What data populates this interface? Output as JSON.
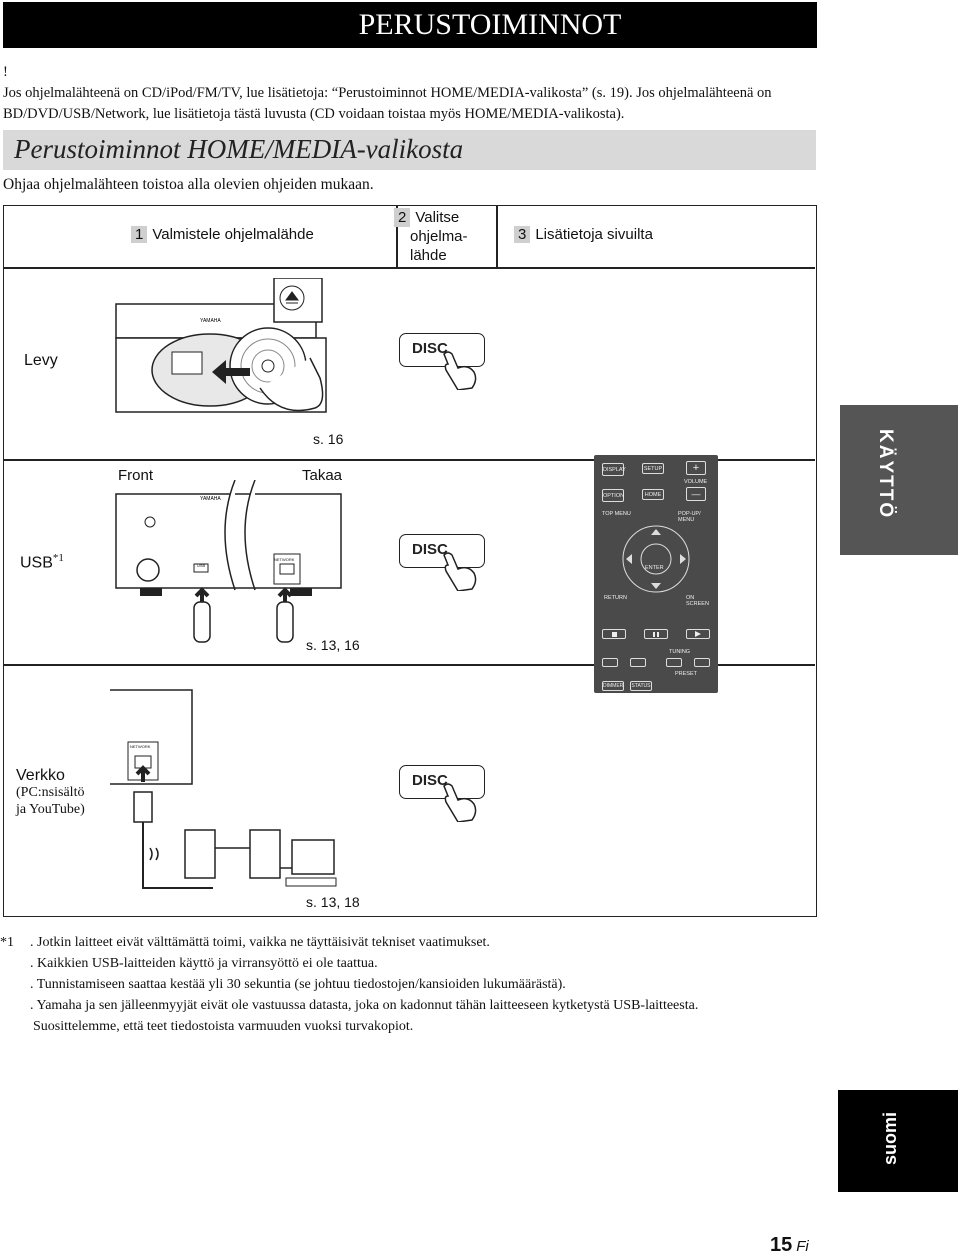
{
  "header": {
    "title": "PERUSTOIMINNOT"
  },
  "intro": {
    "mark": "!",
    "line1": "Jos ohjelmalähteenä on CD/iPod/FM/TV, lue lisätietoja: “Perustoiminnot HOME/MEDIA-valikosta” (s.  19). Jos ohjelmalähteenä on",
    "line2": "BD/DVD/USB/Network, lue lisätietoja tästä luvusta (CD voidaan toistaa myös HOME/MEDIA-valikosta)."
  },
  "section": {
    "title": "Perustoiminnot HOME/MEDIA-valikosta",
    "subtitle": "Ohjaa ohjelmalähteen toistoa alla olevien ohjeiden mukaan."
  },
  "table": {
    "steps": [
      {
        "num": "1",
        "label": "Valmistele ohjelmalähde"
      },
      {
        "num": "2",
        "label_lines": [
          "Valitse",
          "ohjelma-",
          "lähde"
        ]
      },
      {
        "num": "3",
        "label": "Lisätietoja sivuilta"
      }
    ],
    "rows": {
      "levy": {
        "label": "Levy",
        "button": "DISC",
        "ref": "s. 16"
      },
      "usb": {
        "label": "USB",
        "note": "*1",
        "front": "Front",
        "rear": "Takaa",
        "button": "DISC",
        "ref": "s. 13, 16"
      },
      "network": {
        "label": "Verkko",
        "detail1": "(PC:nsisältö",
        "detail2": "ja YouTube)",
        "button": "DISC",
        "ref": "s. 13, 18"
      }
    }
  },
  "remote": {
    "display": "DISPLAY",
    "setup": "SETUP",
    "plus": "+",
    "volume": "VOLUME",
    "minus": "—",
    "option": "OPTION",
    "home": "HOME",
    "top_menu": "TOP MENU",
    "popup_menu": "POP-UP/ MENU",
    "enter": "ENTER",
    "return": "RETURN",
    "on_screen": "ON SCREEN",
    "tuning": "TUNING",
    "preset": "PRESET",
    "dimmer": "DIMMER",
    "status": "STATUS"
  },
  "device_labels": {
    "network": "NETWORK",
    "usb": "USB"
  },
  "side_tab": "KÄYTTÖ",
  "footnotes": {
    "marker": "*1",
    "items": [
      ". Jotkin laitteet eivät välttämättä toimi, vaikka ne täyttäisivät tekniset vaatimukset.",
      ". Kaikkien USB-laitteiden käyttö ja virransyöttö ei ole taattua.",
      ". Tunnistamiseen saattaa kestää yli 30 sekuntia (se johtuu tiedostojen/kansioiden lukumäärästä).",
      ". Yamaha ja sen jälleenmyyjät eivät ole vastuussa datasta, joka on kadonnut tähän laitteeseen kytketystä USB-laitteesta."
    ],
    "continuation": "Suosittelemme, että teet tiedostoista varmuuden vuoksi turvakopiot."
  },
  "language_tab": "suomi",
  "page": {
    "number": "15",
    "suffix": "Fi"
  }
}
